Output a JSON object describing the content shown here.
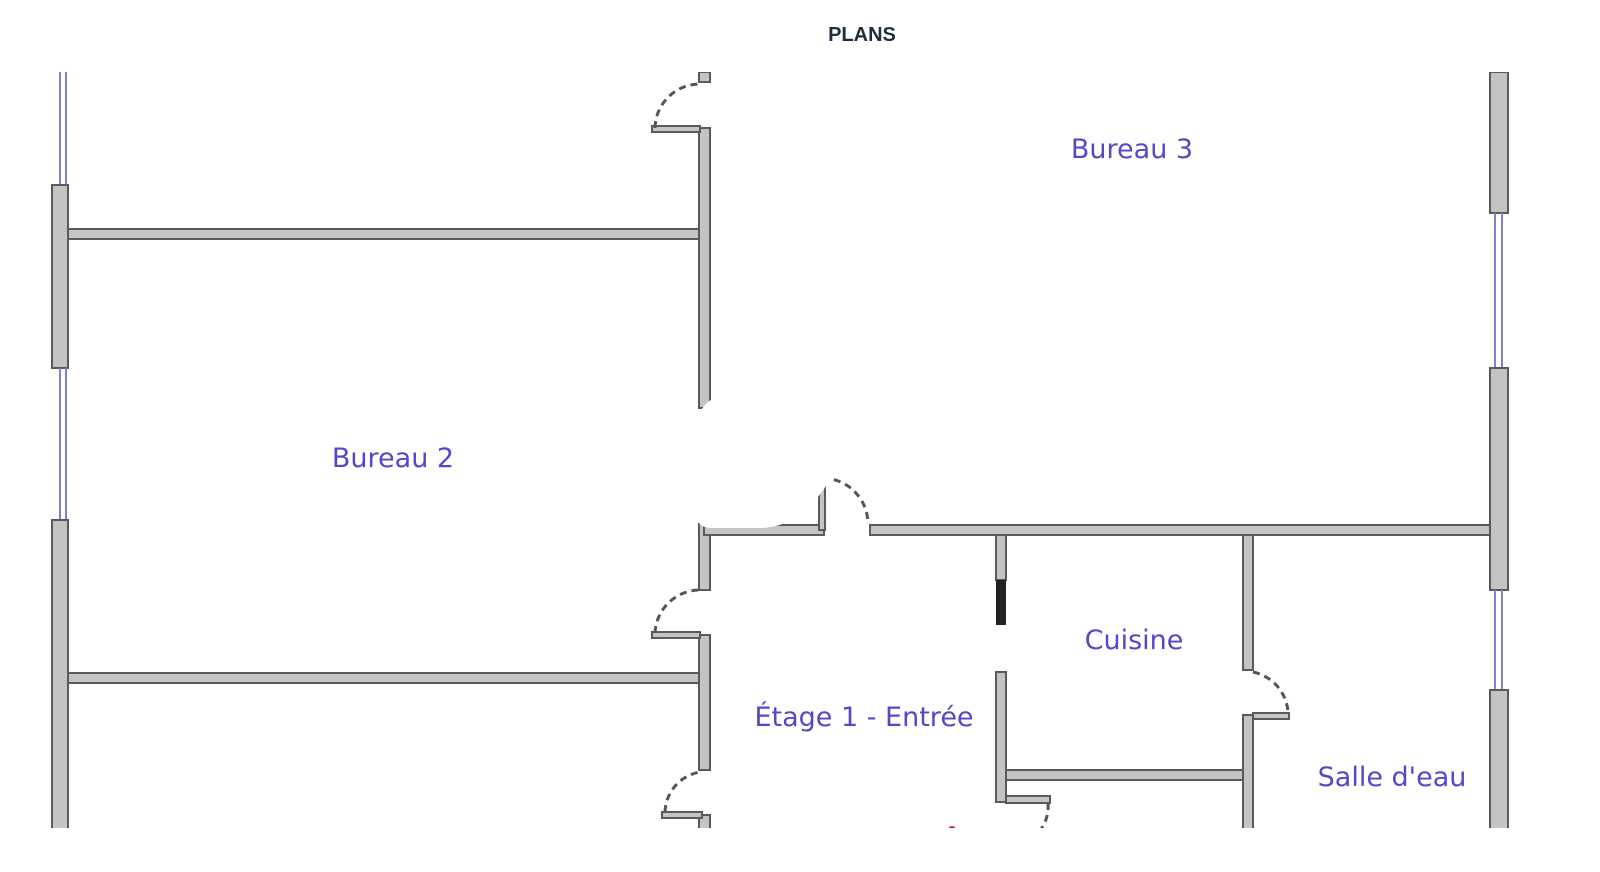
{
  "header": {
    "title": "PLANS"
  },
  "plan": {
    "rooms": {
      "bureau3": "Bureau 3",
      "bureau2": "Bureau 2",
      "cuisine": "Cuisine",
      "entree": "Étage 1 - Entrée",
      "salle_eau": "Salle d'eau"
    }
  }
}
